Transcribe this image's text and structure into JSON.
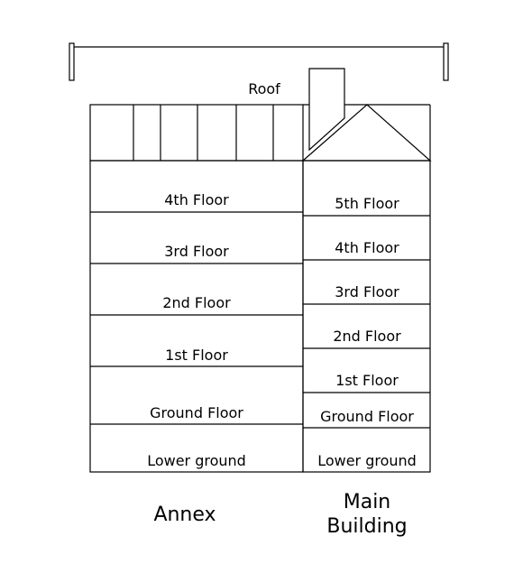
{
  "roof_label": "Roof",
  "annex": {
    "label": "Annex",
    "floors": [
      "4th Floor",
      "3rd Floor",
      "2nd Floor",
      "1st Floor",
      "Ground Floor",
      "Lower ground"
    ]
  },
  "main_building": {
    "label_line1": "Main",
    "label_line2": "Building",
    "floors": [
      "5th Floor",
      "4th Floor",
      "3rd Floor",
      "2nd Floor",
      "1st Floor",
      "Ground Floor",
      "Lower ground"
    ]
  }
}
